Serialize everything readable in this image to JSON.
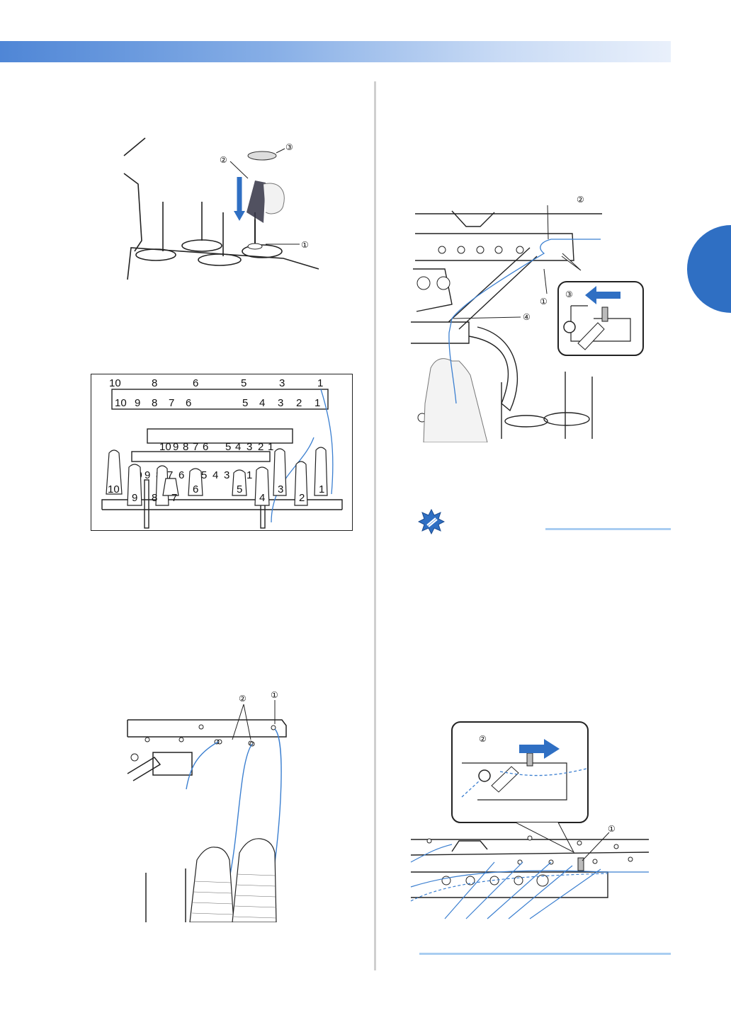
{
  "figure_a": {
    "callouts": [
      "①",
      "②",
      "③"
    ]
  },
  "figure_b": {
    "top_bar_numbers": [
      "10",
      "8",
      "6",
      "5",
      "3",
      "1"
    ],
    "second_bar_numbers": [
      "10",
      "9",
      "8",
      "7",
      "6",
      "5",
      "4",
      "3",
      "2",
      "1"
    ],
    "middle_guide_numbers": [
      "10",
      "9",
      "8",
      "7",
      "6",
      "5",
      "4",
      "3",
      "2",
      "1"
    ],
    "lower_guide_numbers": [
      "10",
      "9",
      "8",
      "7",
      "6",
      "5",
      "4",
      "3",
      "2",
      "1"
    ],
    "spool_back_numbers": [
      "10",
      "9",
      "8",
      "7",
      "6",
      "5",
      "4",
      "3",
      "2",
      "1"
    ]
  },
  "figure_c": {
    "callouts": [
      "①",
      "②"
    ]
  },
  "figure_d": {
    "callouts": [
      "①",
      "②",
      "③",
      "④"
    ]
  },
  "figure_e": {
    "callouts": [
      "①",
      "②"
    ]
  },
  "colors": {
    "accent_blue": "#2f6fc3",
    "thread_blue": "#3b7fd0",
    "rule_blue": "#a9cdf1"
  }
}
